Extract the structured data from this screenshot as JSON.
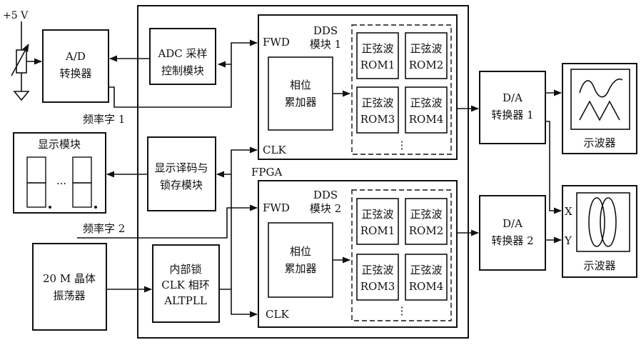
{
  "power": {
    "label": "+5 V"
  },
  "ad": {
    "line1": "A/D",
    "line2": "转换器"
  },
  "adc": {
    "line1": "ADC 采样",
    "line2": "控制模块"
  },
  "freq1": "频率字 1",
  "freq2": "频率字 2",
  "display_module": {
    "title": "显示模块",
    "ellipsis": "···"
  },
  "disp_decoder": {
    "line1": "显示译码与",
    "line2": "锁存模块"
  },
  "fpga_label": "FPGA",
  "oscillator": {
    "line1": "20 M 晶体",
    "line2": "振荡器"
  },
  "pll": {
    "line1": "内部锁",
    "line2": "CLK 相环",
    "line3": "ALTPLL"
  },
  "dds1": {
    "title1": "DDS",
    "title2": "模块 1",
    "fwd": "FWD",
    "clk": "CLK",
    "acc1": "相位",
    "acc2": "累加器",
    "roms": [
      {
        "l1": "正弦波",
        "l2": "ROM1"
      },
      {
        "l1": "正弦波",
        "l2": "ROM2"
      },
      {
        "l1": "正弦波",
        "l2": "ROM3"
      },
      {
        "l1": "正弦波",
        "l2": "ROM4"
      }
    ],
    "more": "⋮"
  },
  "dds2": {
    "title1": "DDS",
    "title2": "模块 2",
    "fwd": "FWD",
    "clk": "CLK",
    "acc1": "相位",
    "acc2": "累加器",
    "roms": [
      {
        "l1": "正弦波",
        "l2": "ROM1"
      },
      {
        "l1": "正弦波",
        "l2": "ROM2"
      },
      {
        "l1": "正弦波",
        "l2": "ROM3"
      },
      {
        "l1": "正弦波",
        "l2": "ROM4"
      }
    ],
    "more": "⋮"
  },
  "da1": {
    "line1": "D/A",
    "line2": "转换器 1"
  },
  "da2": {
    "line1": "D/A",
    "line2": "转换器 2"
  },
  "scope1": {
    "label": "示波器"
  },
  "scope2": {
    "label": "示波器",
    "x": "X",
    "y": "Y"
  }
}
